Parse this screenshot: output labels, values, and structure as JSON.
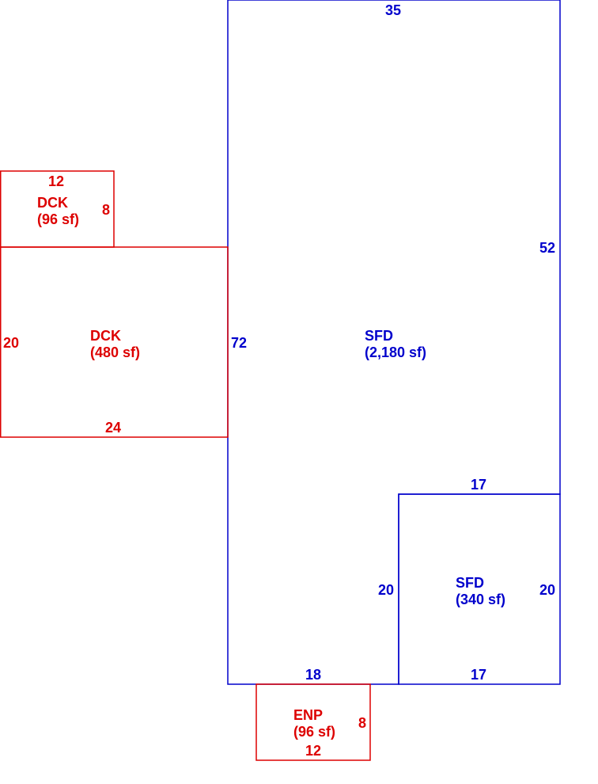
{
  "colors": {
    "main_structure": "#0000cc",
    "secondary_structure": "#dd0000",
    "background": "#ffffff"
  },
  "sfd_main": {
    "code": "SFD",
    "area": "(2,180 sf)",
    "top_dim": "35",
    "right_dim": "52",
    "left_dim": "72",
    "bottom_dim": "18"
  },
  "sfd_addition": {
    "code": "SFD",
    "area": "(340 sf)",
    "top_dim": "17",
    "left_dim": "20",
    "right_dim": "20",
    "bottom_dim": "17"
  },
  "deck_small": {
    "code": "DCK",
    "area": "(96 sf)",
    "top_dim": "12",
    "right_dim": "8"
  },
  "deck_large": {
    "code": "DCK",
    "area": "(480 sf)",
    "left_dim": "20",
    "bottom_dim": "24"
  },
  "porch": {
    "code": "ENP",
    "area": "(96 sf)",
    "right_dim": "8",
    "bottom_dim": "12"
  }
}
